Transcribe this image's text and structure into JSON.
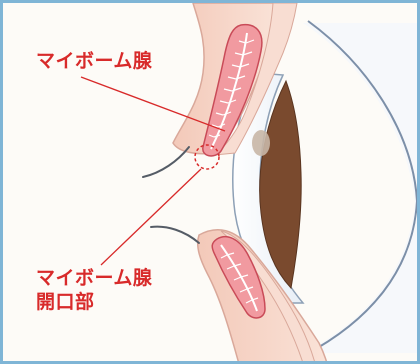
{
  "labels": {
    "meibomian_gland": "マイボーム腺",
    "orifice_line1": "マイボーム腺",
    "orifice_line2": "開口部"
  },
  "colors": {
    "frame_border": "#7fb5d6",
    "background": "#fdfbf7",
    "label_red": "#d82a2a",
    "skin": "#f7d7ca",
    "skin_outline": "#d9a89a",
    "gland_fill": "#f19aa0",
    "gland_outline": "#c94b58",
    "sclera": "#ffffff",
    "iris": "#7a4a2e",
    "pupil_shadow": "#5a3520",
    "highlight": "#c8b6a6",
    "eye_outline": "#7c8fa8"
  },
  "icons": {
    "eye_illustration": "eye-cross-section-icon"
  }
}
